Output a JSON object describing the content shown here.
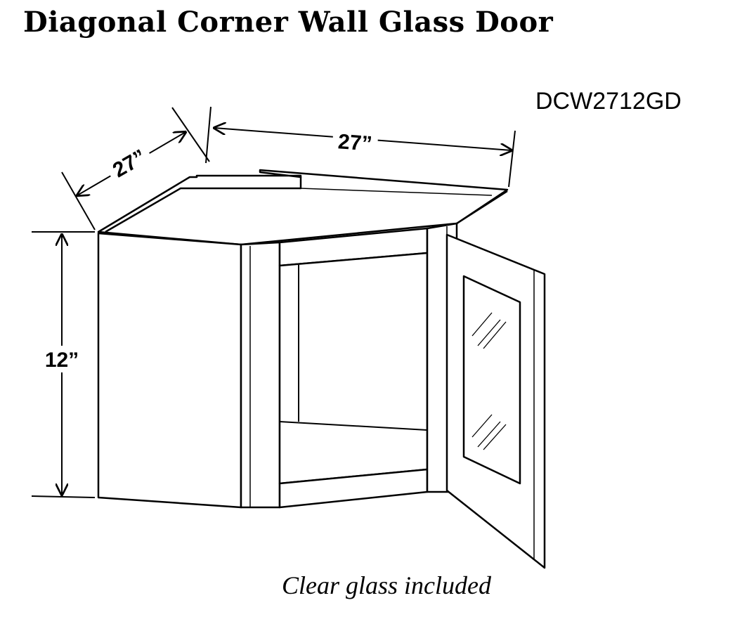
{
  "title": "Diagonal Corner Wall Glass Door",
  "model_code": "DCW2712GD",
  "caption": "Clear glass included",
  "dimensions": {
    "width_left": "27”",
    "width_right": "27”",
    "height": "12”"
  }
}
